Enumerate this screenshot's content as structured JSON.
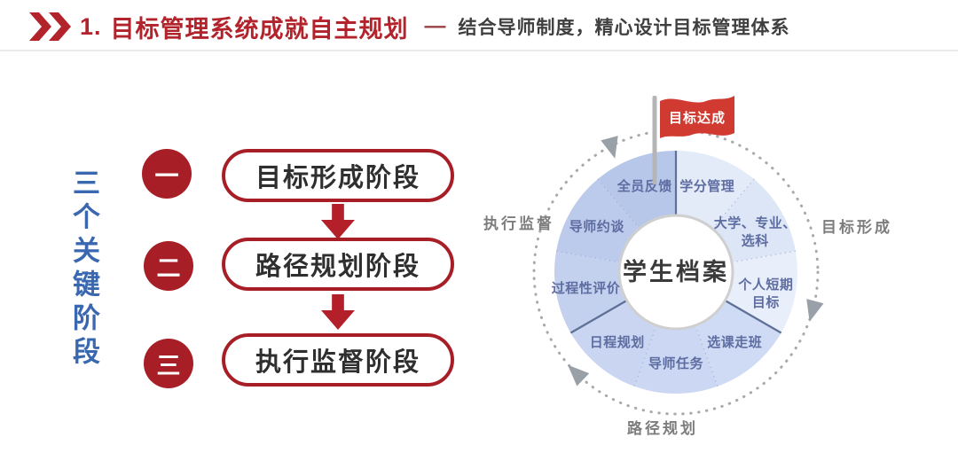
{
  "header": {
    "chevrons_icon": "double-chevron-right",
    "number": "1.",
    "title": "目标管理系统成就自主规划",
    "dash": "—",
    "subtitle": "结合导师制度，精心设计目标管理体系"
  },
  "left_panel": {
    "vertical_title": "三个关键阶段",
    "stages": [
      {
        "numeral": "一",
        "label": "目标形成阶段"
      },
      {
        "numeral": "二",
        "label": "路径规划阶段"
      },
      {
        "numeral": "三",
        "label": "执行监督阶段"
      }
    ]
  },
  "diagram": {
    "flag_label": "目标达成",
    "center_label": "学生档案",
    "outer_labels": {
      "left": "执行监督",
      "right": "目标形成",
      "bottom": "路径规划"
    },
    "segments": [
      {
        "label": "学分管理",
        "lines": [
          "学分管理"
        ],
        "color": "#e4ebf8"
      },
      {
        "label": "大学、专业、选科",
        "lines": [
          "大学、专业、",
          "选科"
        ],
        "color": "#dce6f6"
      },
      {
        "label": "个人短期目标",
        "lines": [
          "个人短期",
          "目标"
        ],
        "color": "#e9eefb"
      },
      {
        "label": "选课走班",
        "lines": [
          "选课走班"
        ],
        "color": "#cfdaf4"
      },
      {
        "label": "导师任务",
        "lines": [
          "导师任务"
        ],
        "color": "#ccd8f3"
      },
      {
        "label": "日程规划",
        "lines": [
          "日程规划"
        ],
        "color": "#c9d5f1"
      },
      {
        "label": "过程性评价",
        "lines": [
          "过程性评价"
        ],
        "color": "#c3d0ee"
      },
      {
        "label": "导师约谈",
        "lines": [
          "导师约谈"
        ],
        "color": "#bccaec"
      },
      {
        "label": "全员反馈",
        "lines": [
          "全员反馈"
        ],
        "color": "#b7c7ea"
      }
    ]
  },
  "colors": {
    "title_red": "#b3232c",
    "badge_red": "#a81e26",
    "arrow_red": "#b4202a",
    "flag_red": "#d13a30",
    "vertical_title_blue": "#3a68b0",
    "segment_text": "#5e6da1",
    "group_divider": "#5e7096",
    "dashed_circle_gray": "#a0a0a0",
    "cycle_arrow_gray": "#9aa0a8",
    "outer_label_gray": "#7d7d7d",
    "center_text": "#3a3a3a"
  }
}
